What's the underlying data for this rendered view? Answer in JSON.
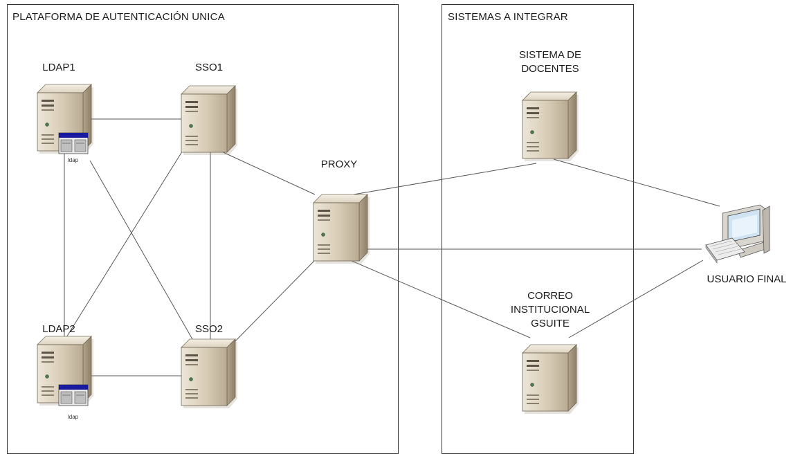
{
  "groups": {
    "platform": {
      "title": "PLATAFORMA DE AUTENTICACIÓN UNICA"
    },
    "systems": {
      "title": "SISTEMAS A INTEGRAR"
    }
  },
  "nodes": {
    "ldap1": {
      "label": "LDAP1",
      "sublabel": "ldap",
      "icon": "ldap-server-icon"
    },
    "ldap2": {
      "label": "LDAP2",
      "sublabel": "ldap",
      "icon": "ldap-server-icon"
    },
    "sso1": {
      "label": "SSO1",
      "icon": "server-icon"
    },
    "sso2": {
      "label": "SSO2",
      "icon": "server-icon"
    },
    "proxy": {
      "label": "PROXY",
      "icon": "server-icon"
    },
    "docentes": {
      "label_lines": [
        "SISTEMA DE",
        "DOCENTES"
      ],
      "icon": "server-icon"
    },
    "correo": {
      "label_lines": [
        "CORREO",
        "INSTITUCIONAL",
        "GSUITE"
      ],
      "icon": "server-icon"
    },
    "usuario": {
      "label": "USUARIO FINAL",
      "icon": "desktop-computer-icon"
    }
  },
  "connections": [
    [
      "ldap1",
      "sso1"
    ],
    [
      "ldap1",
      "ldap2"
    ],
    [
      "ldap1",
      "sso2"
    ],
    [
      "sso1",
      "ldap2"
    ],
    [
      "sso1",
      "sso2"
    ],
    [
      "sso1",
      "proxy"
    ],
    [
      "ldap2",
      "sso2"
    ],
    [
      "sso2",
      "proxy"
    ],
    [
      "proxy",
      "docentes"
    ],
    [
      "proxy",
      "usuario"
    ],
    [
      "proxy",
      "correo"
    ],
    [
      "docentes",
      "usuario"
    ],
    [
      "correo",
      "usuario"
    ]
  ],
  "colors": {
    "line": "#555555",
    "server_front": "#d9cfbb",
    "server_side": "#a79a83",
    "ldap_bar": "#1a1aa0"
  }
}
